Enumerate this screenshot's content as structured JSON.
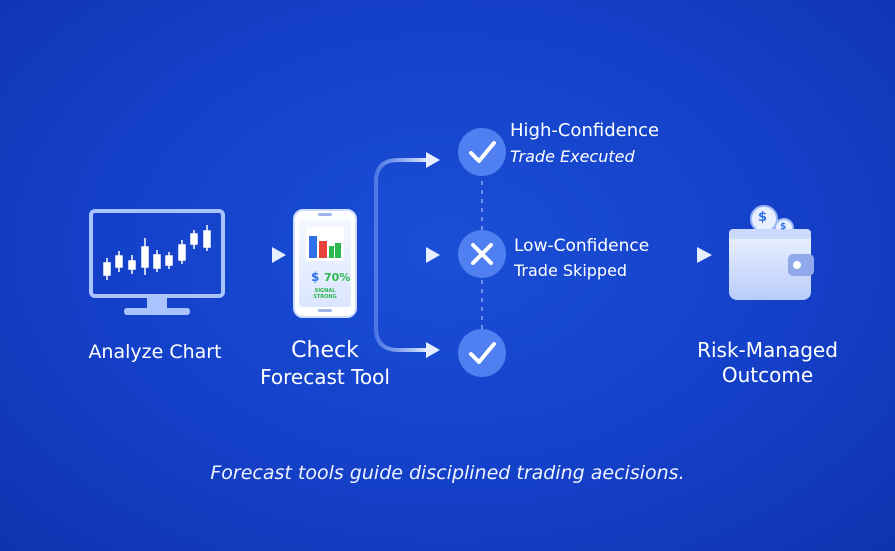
{
  "steps": {
    "analyze": "Analyze Chart",
    "check_line1": "Check",
    "check_line2": "Forecast Tool",
    "outcome_line1": "Risk-Managed",
    "outcome_line2": "Outcome"
  },
  "branches": {
    "high_line1": "High-Confidence",
    "high_line2": "Trade Executed",
    "low_line1": "Low-Confidence",
    "low_line2": "Trade Skipped"
  },
  "phone": {
    "currency": "$",
    "confidence": "70%",
    "subtext": "SIGNAL STRONG"
  },
  "wallet": {
    "coin_symbol": "$"
  },
  "caption": "Forecast tools guide disciplined trading aecisions.",
  "colors": {
    "background": "#1440c8",
    "icon_fill": "#dfe9ff",
    "check_circle": "#4f7ff0",
    "accent_green": "#2bb84f",
    "accent_blue": "#2f6fe8"
  },
  "icons": [
    "monitor-candlestick-icon",
    "smartphone-icon",
    "checkmark-icon",
    "x-icon",
    "wallet-icon",
    "coin-icon"
  ]
}
